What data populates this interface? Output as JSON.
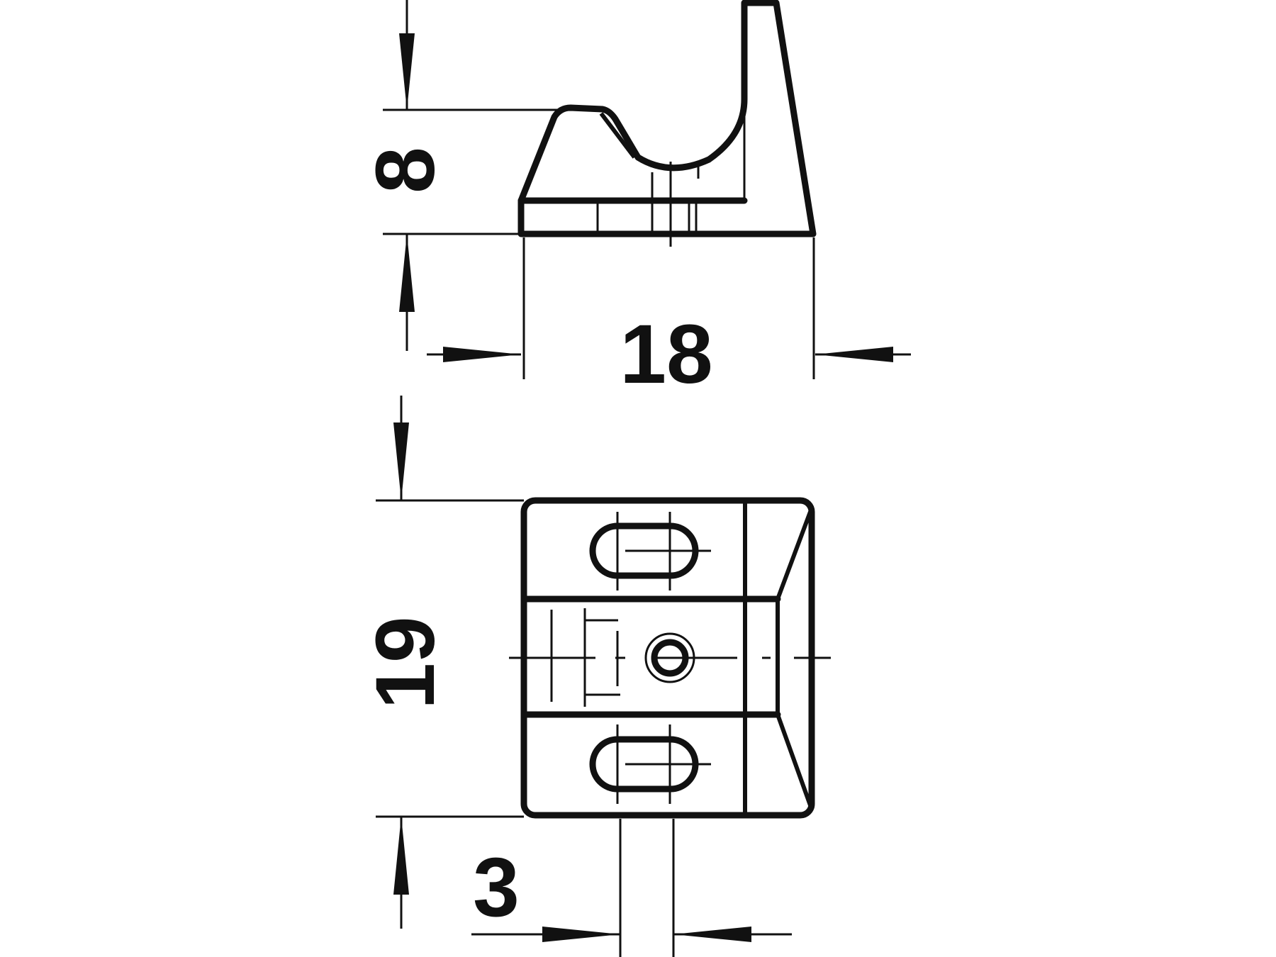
{
  "drawing": {
    "dimensions": {
      "height_side": "8",
      "width": "18",
      "height_top": "19",
      "slot_width": "3"
    },
    "colors": {
      "line": "#111111",
      "background": "#ffffff"
    }
  }
}
